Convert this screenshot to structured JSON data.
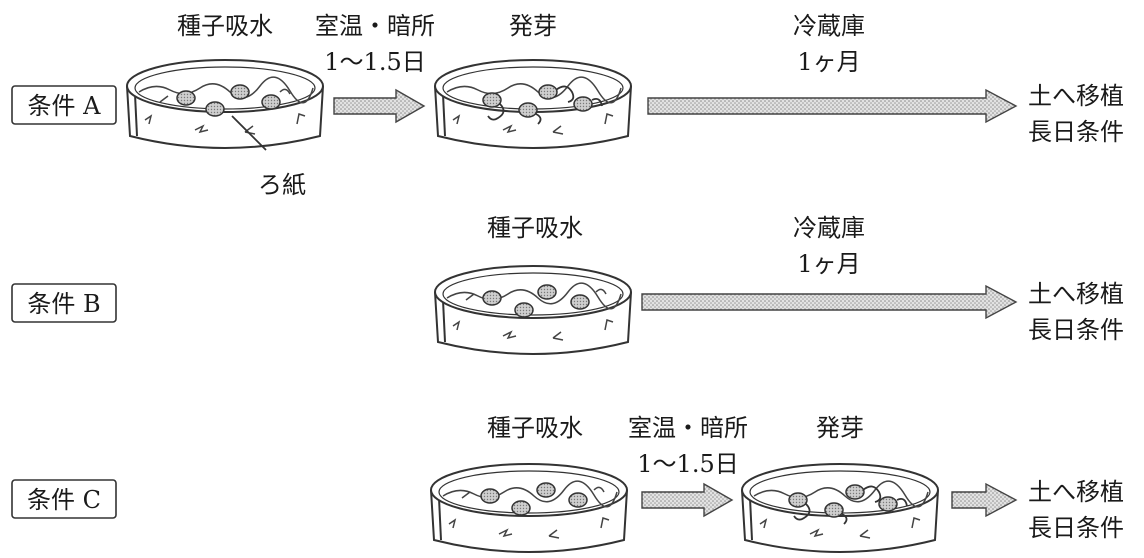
{
  "conditions": {
    "a": {
      "label": "条件 A"
    },
    "b": {
      "label": "条件 B"
    },
    "c": {
      "label": "条件 C"
    }
  },
  "steps": {
    "imbibition": "種子吸水",
    "room_temp_dark": "室温・暗所",
    "duration": "1～1.5日",
    "germination": "発芽",
    "refrigerator": "冷蔵庫",
    "one_month": "1ヶ月",
    "transplant": "土へ移植",
    "long_day": "長日条件",
    "filter_paper": "ろ紙"
  }
}
